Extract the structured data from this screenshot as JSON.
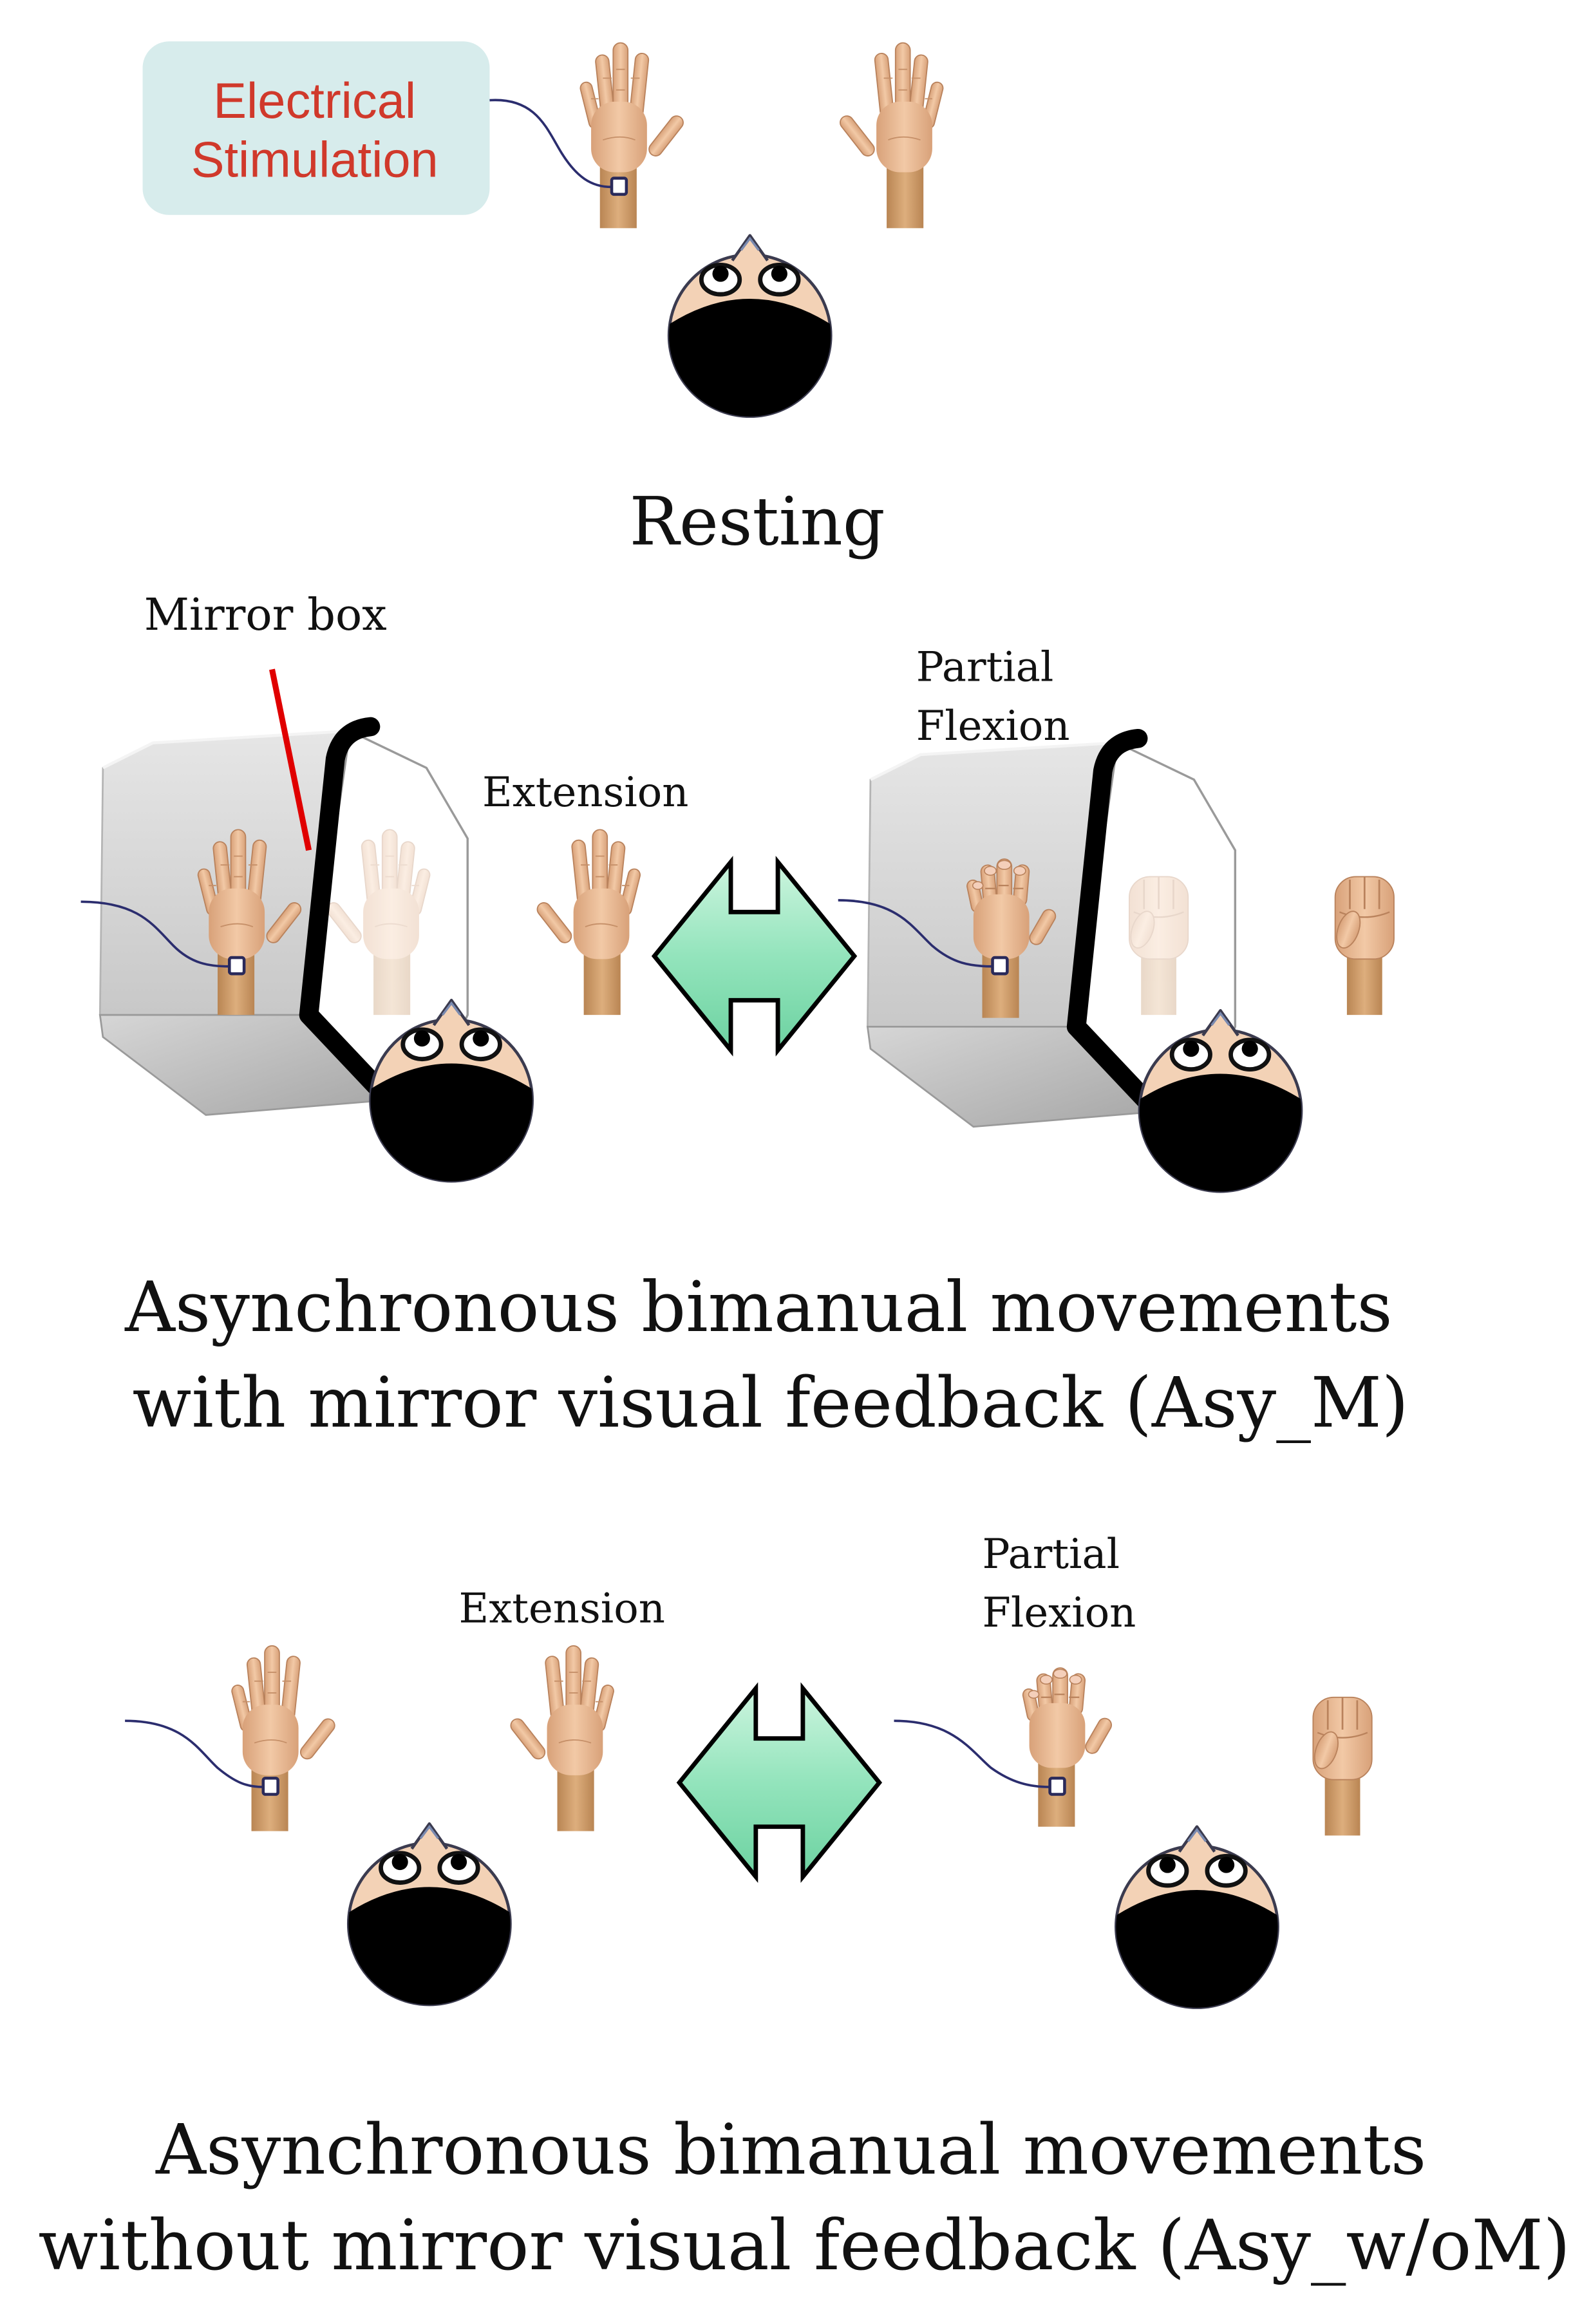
{
  "labels": {
    "stimulation": [
      "Electrical",
      "Stimulation"
    ],
    "resting": "Resting",
    "mirror_box": "Mirror box",
    "extension_mirror": "Extension",
    "partial_flexion_mirror": [
      "Partial",
      "Flexion"
    ],
    "asy_m": [
      "Asynchronous bimanual movements",
      "with mirror visual feedback (Asy_M)"
    ],
    "extension_no_mirror": "Extension",
    "partial_flexion_no_mirror": [
      "Partial",
      "Flexion"
    ],
    "asy_wom": [
      "Asynchronous bimanual movements",
      "without mirror visual feedback (Asy_w/oM)"
    ]
  },
  "colors": {
    "stimulation_text": "#d0392b",
    "stimulation_box": "#d7ecec",
    "pointer_line": "#e00000"
  }
}
